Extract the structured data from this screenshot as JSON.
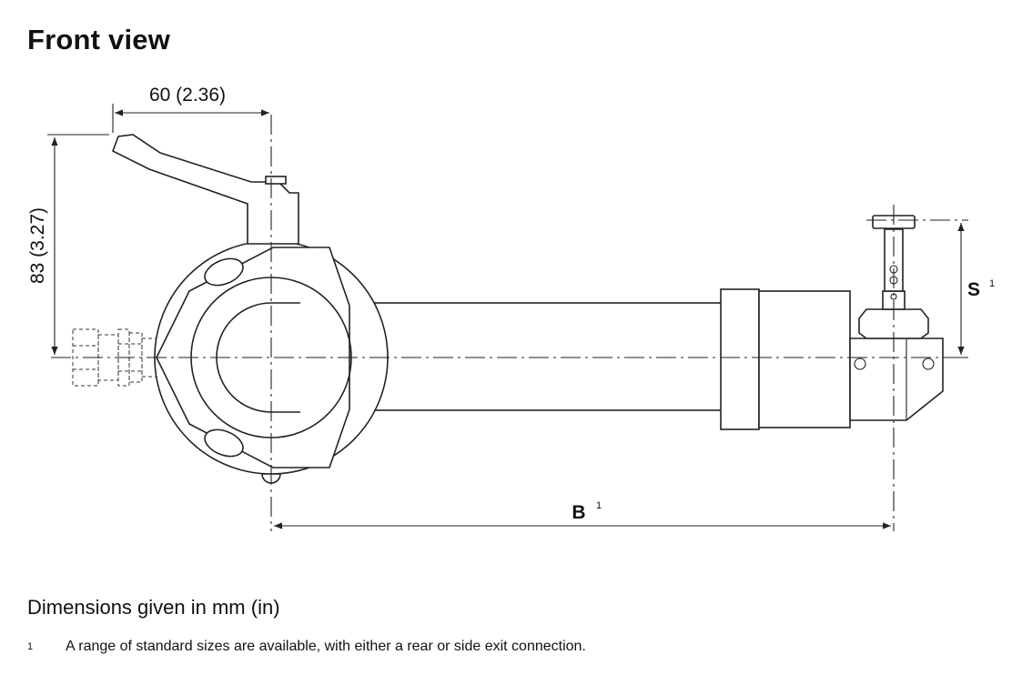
{
  "title": "Front view",
  "dimensions": {
    "width_label": "60 (2.36)",
    "height_label": "83 (3.27)",
    "b_label": "B",
    "b_sup": "1",
    "s_label": "S",
    "s_sup": "1"
  },
  "units_note": "Dimensions given in mm (in)",
  "footnote": {
    "mark": "1",
    "text": "A range of standard sizes are available, with either a rear or side exit connection."
  }
}
